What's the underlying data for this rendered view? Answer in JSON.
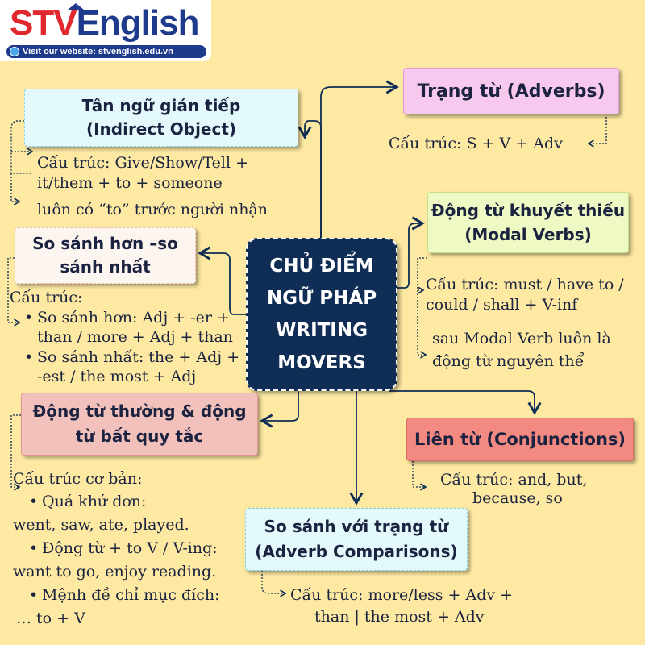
{
  "logo": {
    "brand_stv": "STV",
    "brand_english": "English",
    "website": "Visit our website: stvenglish.edu.vn"
  },
  "center": {
    "lines": [
      "CHỦ ĐIỂM",
      "NGỮ PHÁP",
      "WRITING",
      "MOVERS"
    ]
  },
  "nodes": {
    "indirect_object": {
      "title_1": "Tân ngữ gián tiếp",
      "title_2": "(Indirect Object)",
      "detail_1": "Cấu trúc: Give/Show/Tell +",
      "detail_2": "it/them + to + someone",
      "detail_3": "luôn có “to” trước người nhận"
    },
    "comparison": {
      "title_1": "So sánh hơn –so",
      "title_2": "sánh nhất",
      "label": "Cấu trúc:",
      "item_1a": "So sánh hơn: Adj + -er +",
      "item_1b": "than / more + Adj + than",
      "item_2a": "So sánh nhất: the + Adj +",
      "item_2b": "-est / the most + Adj"
    },
    "verbs": {
      "title_1": "Động từ thường & động",
      "title_2": "từ bất quy tắc",
      "label": "Cấu trúc cơ bản:",
      "item_1a": "Quá khứ đơn:",
      "item_1b": "went, saw, ate, played.",
      "item_2a": "Động từ + to V / V-ing:",
      "item_2b": "want to go, enjoy reading.",
      "item_3a": "Mệnh đề chỉ mục đích:",
      "item_3b": "… to + V"
    },
    "adverbs": {
      "title": "Trạng từ (Adverbs)",
      "detail": "Cấu trúc: S + V + Adv"
    },
    "modal": {
      "title_1": "Động từ khuyết thiếu",
      "title_2": "(Modal Verbs)",
      "detail_1": "Cấu trúc: must / have to /",
      "detail_2": "could / shall + V-inf",
      "detail_3": "sau Modal Verb luôn là",
      "detail_4": "động từ nguyên thể"
    },
    "conjunctions": {
      "title": "Liên từ (Conjunctions)",
      "detail_1": "Cấu trúc: and, but,",
      "detail_2": "because, so"
    },
    "adverb_comparisons": {
      "title_1": "So sánh với trạng từ",
      "title_2": "(Adverb Comparisons)",
      "detail_1": "Cấu trúc: more/less + Adv +",
      "detail_2": "than | the most + Adv"
    }
  },
  "colors": {
    "background": "#fde9a2",
    "center": "#0f2d55",
    "accent_red": "#e0282e",
    "accent_blue": "#1e3a8c"
  }
}
